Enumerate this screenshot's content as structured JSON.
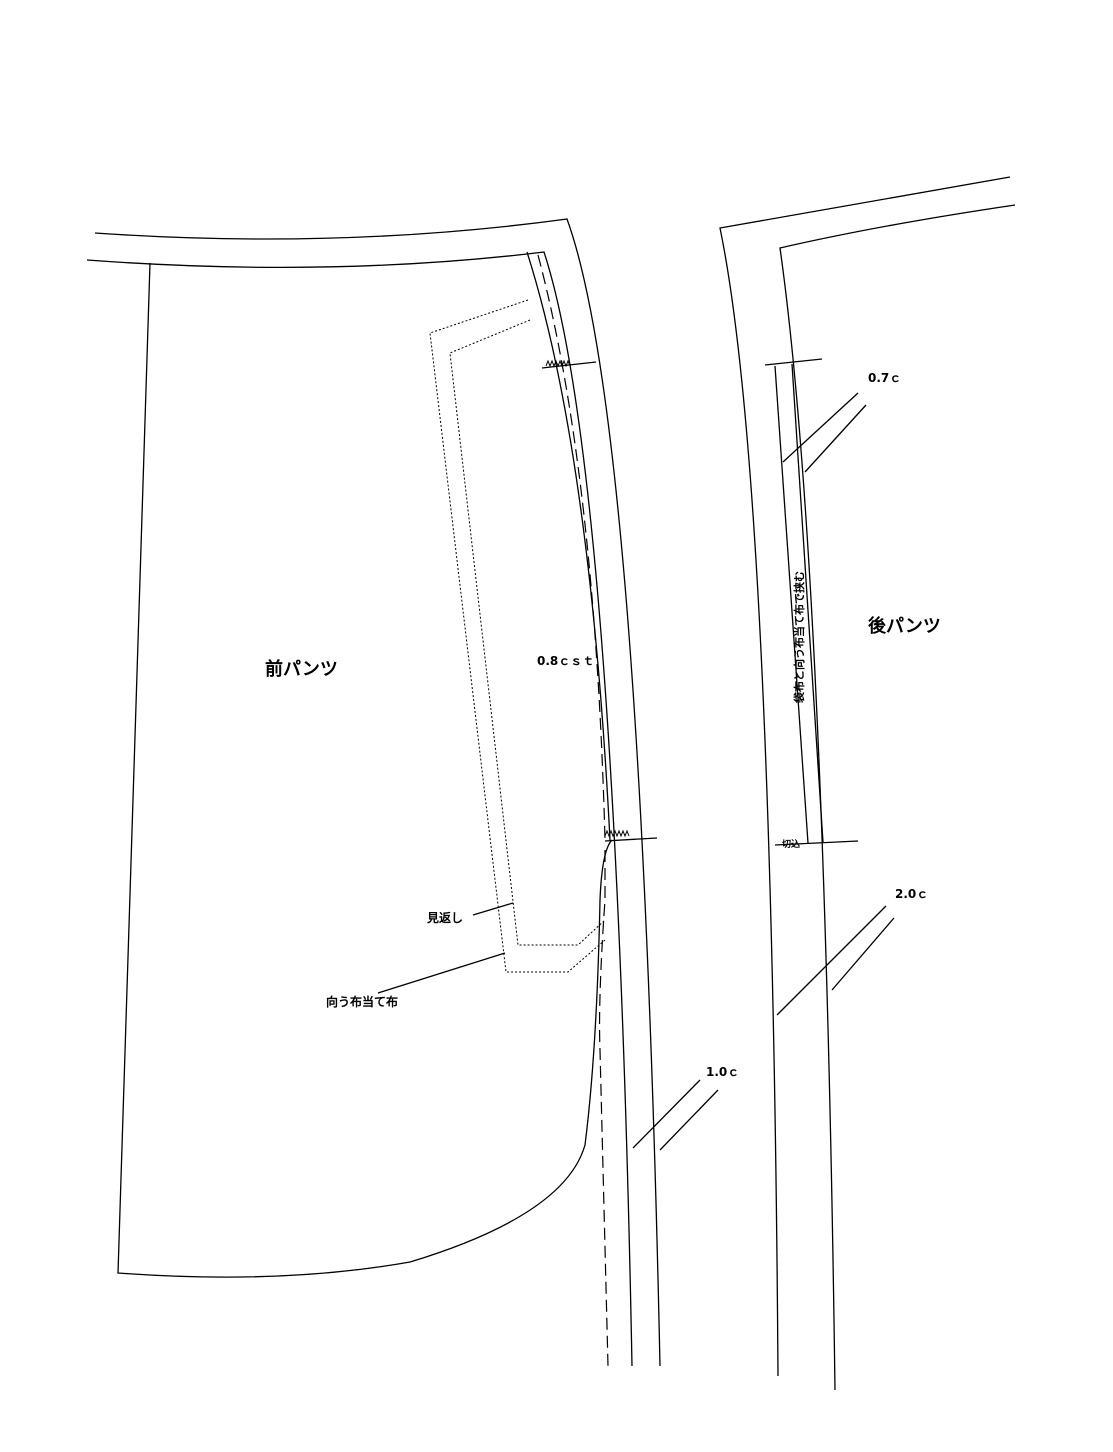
{
  "front": {
    "title": "前パンツ",
    "stitch_label": "0.8ｃｓｔ",
    "facing_label": "見返し",
    "pocket_facing_label": "向う布当て布"
  },
  "back": {
    "title": "後パンツ",
    "seam_top_label": "0.7ｃ",
    "side_note": "袋布と向う布当て布で挟む",
    "small_note": "切込",
    "seam_bottom_label": "2.0ｃ"
  },
  "front_seam_label": "1.0ｃ"
}
